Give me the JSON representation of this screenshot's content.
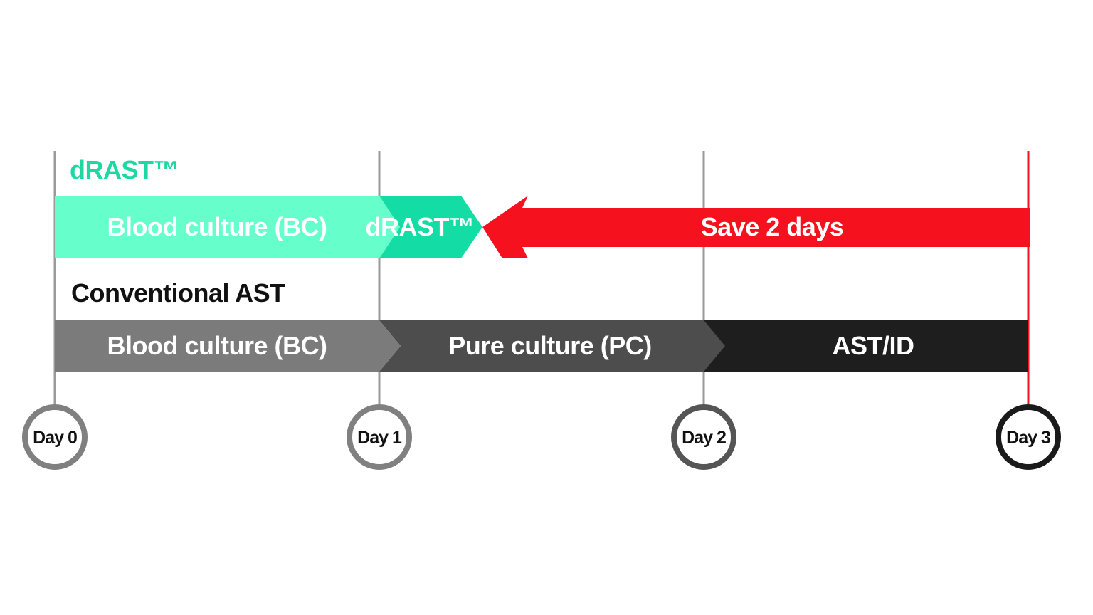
{
  "drast_section": {
    "title": "dRAST™",
    "blood_culture_label": "Blood culture (BC)",
    "drast_step_label": "dRAST™",
    "save_label": "Save 2 days"
  },
  "conventional_section": {
    "title": "Conventional AST",
    "blood_culture_label": "Blood culture (BC)",
    "pure_culture_label": "Pure culture (PC)",
    "ast_id_label": "AST/ID"
  },
  "days": [
    "Day 0",
    "Day 1",
    "Day 2",
    "Day 3"
  ],
  "colors": {
    "drast_accent": "#1ED7A2",
    "drast_bc": "#66FFCC",
    "drast_step": "#14DCA5",
    "save_arrow": "#F5121E",
    "conv_bc": "#7B7B7B",
    "conv_pc": "#4D4D4D",
    "conv_ast": "#1E1E1E",
    "day_ring_light": "#808080",
    "day_ring_mid": "#555555",
    "day_ring_dark": "#1A1A1A"
  }
}
